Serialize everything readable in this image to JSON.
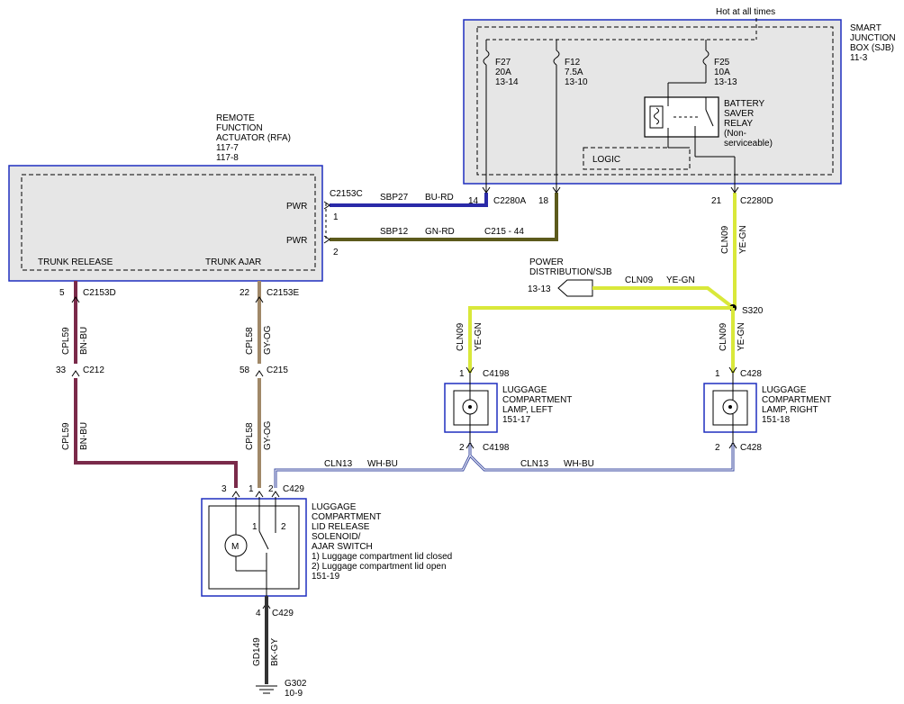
{
  "colors": {
    "box_border": "#1f2fbf",
    "module_fill": "#e6e6e6",
    "wire_bu_rd": "#2a2aa8",
    "wire_gn_rd": "#5c5a1c",
    "wire_ye_gn": "#d9e83a",
    "wire_bn_bu": "#7a2a4a",
    "wire_gy_og": "#a08868",
    "wire_wh_bu": "#3a4aa0",
    "wire_bk_gy": "#333333"
  },
  "sjb": {
    "hot_label": "Hot at all times",
    "name": [
      "SMART",
      "JUNCTION",
      "BOX (SJB)",
      "11-3"
    ],
    "fuses": [
      {
        "name": "F27",
        "rating": "20A",
        "ref": "13-14"
      },
      {
        "name": "F12",
        "rating": "7.5A",
        "ref": "13-10"
      },
      {
        "name": "F25",
        "rating": "10A",
        "ref": "13-13"
      }
    ],
    "relay": [
      "BATTERY",
      "SAVER",
      "RELAY",
      "(Non-",
      "serviceable)"
    ],
    "logic": "LOGIC",
    "pins": [
      "14",
      "18",
      "21"
    ],
    "connector_a": "C2280A",
    "connector_d": "C2280D"
  },
  "rfa": {
    "name": [
      "REMOTE",
      "FUNCTION",
      "ACTUATOR (RFA)",
      "117-7",
      "117-8"
    ],
    "pwr1": "PWR",
    "pwr2": "PWR",
    "trunk_release": "TRUNK RELEASE",
    "trunk_ajar": "TRUNK AJAR",
    "connector_c": "C2153C",
    "pin1": "1",
    "pin2": "2",
    "pin_d": "5",
    "connector_d": "C2153D",
    "pin_e": "22",
    "connector_e": "C2153E"
  },
  "wires": {
    "sbp27": "SBP27",
    "bu_rd": "BU-RD",
    "sbp12": "SBP12",
    "gn_rd": "GN-RD",
    "c215_44": "C215 - 44",
    "cln09": "CLN09",
    "ye_gn": "YE-GN",
    "cpl59": "CPL59",
    "bn_bu": "BN-BU",
    "cpl58": "CPL58",
    "gy_og": "GY-OG",
    "cln13": "CLN13",
    "wh_bu": "WH-BU",
    "gd149": "GD149",
    "bk_gy": "BK-GY"
  },
  "power_dist": {
    "label": [
      "POWER",
      "DISTRIBUTION/SJB"
    ],
    "ref": "13-13"
  },
  "splice": "S320",
  "inline": {
    "c212_pin": "33",
    "c212": "C212",
    "c215_pin": "58",
    "c215": "C215"
  },
  "lamp_left": {
    "name": [
      "LUGGAGE",
      "COMPARTMENT",
      "LAMP, LEFT",
      "151-17"
    ],
    "pin_top": "1",
    "conn_top": "C4198",
    "pin_bot": "2",
    "conn_bot": "C4198"
  },
  "lamp_right": {
    "name": [
      "LUGGAGE",
      "COMPARTMENT",
      "LAMP, RIGHT",
      "151-18"
    ],
    "pin_top": "1",
    "conn_top": "C428",
    "pin_bot": "2",
    "conn_bot": "C428"
  },
  "solenoid": {
    "name": [
      "LUGGAGE",
      "COMPARTMENT",
      "LID RELEASE",
      "SOLENOID/",
      "AJAR SWITCH",
      "1) Luggage compartment lid closed",
      "2) Luggage compartment lid open",
      "151-19"
    ],
    "pin3": "3",
    "pin1": "1",
    "pin2": "2",
    "connector": "C429",
    "sw1": "1",
    "sw2": "2",
    "motor": "M",
    "pin4": "4",
    "conn_bot": "C429"
  },
  "ground": {
    "name": "G302",
    "ref": "10-9"
  }
}
